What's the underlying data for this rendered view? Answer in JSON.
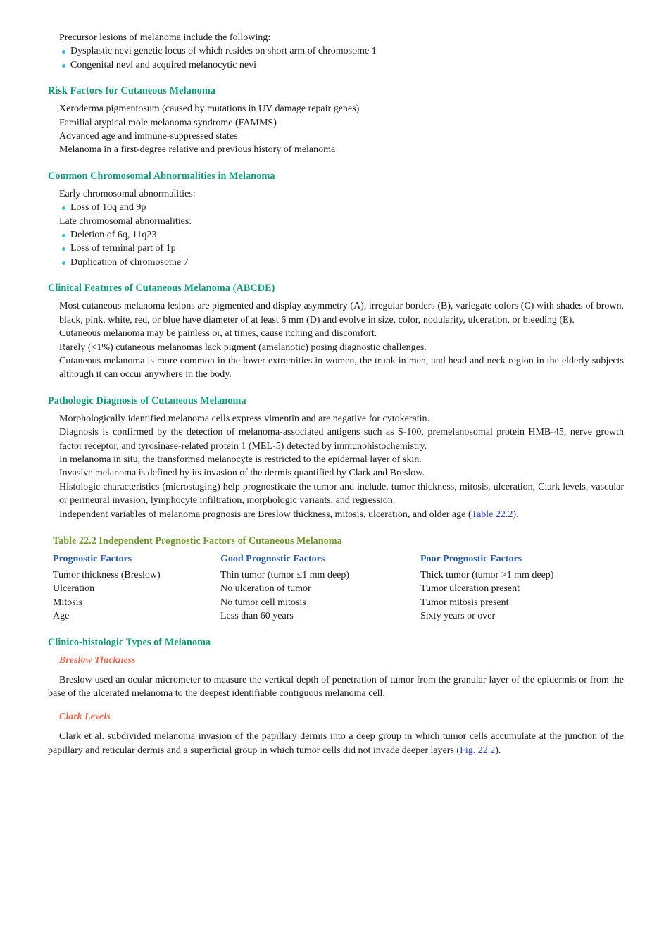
{
  "precursor": {
    "intro": "Precursor lesions of melanoma include the following:",
    "bullets": [
      "Dysplastic nevi genetic locus of which resides on short arm of chromosome 1",
      "Congenital nevi and acquired melanocytic nevi"
    ]
  },
  "risk": {
    "heading": "Risk Factors for Cutaneous Melanoma",
    "lines": [
      "Xeroderma pigmentosum (caused by mutations in UV damage repair genes)",
      "Familial atypical mole melanoma syndrome (FAMMS)",
      "Advanced age and immune-suppressed states",
      "Melanoma in a first-degree relative and previous history of melanoma"
    ]
  },
  "chromosomal": {
    "heading": "Common Chromosomal Abnormalities in Melanoma",
    "early_label": "Early chromosomal abnormalities:",
    "early": [
      "Loss of 10q and 9p"
    ],
    "late_label": "Late chromosomal abnormalities:",
    "late": [
      "Deletion of 6q, 11q23",
      "Loss of terminal part of 1p",
      "Duplication of chromosome 7"
    ]
  },
  "clinical": {
    "heading": "Clinical Features of Cutaneous Melanoma (ABCDE)",
    "paras": [
      "Most cutaneous melanoma lesions are pigmented and display asymmetry (A), irregular borders (B), variegate colors (C) with shades of brown, black, pink, white, red, or blue have diameter of at least 6 mm (D) and evolve in size, color, nodularity, ulceration, or bleeding (E).",
      "Cutaneous melanoma may be painless or, at times, cause itching and discomfort.",
      "Rarely (<1%) cutaneous melanomas lack pigment (amelanotic) posing diagnostic challenges.",
      "Cutaneous melanoma is more common in the lower extremities in women, the trunk in men, and head and neck region in the elderly subjects although it can occur anywhere in the body."
    ]
  },
  "pathologic": {
    "heading": "Pathologic Diagnosis of Cutaneous Melanoma",
    "paras": [
      "Morphologically identified melanoma cells express vimentin and are negative for cytokeratin.",
      "Diagnosis is confirmed by the detection of melanoma-associated antigens such as S-100, premelanosomal protein HMB-45, nerve growth factor receptor, and tyrosinase-related protein 1 (MEL-5) detected by immunohistochemistry.",
      "In melanoma in situ, the transformed melanocyte is restricted to the epidermal layer of skin.",
      "Invasive melanoma is defined by its invasion of the dermis quantified by Clark and Breslow.",
      "Histologic characteristics (microstaging) help prognosticate the tumor and include, tumor thickness, mitosis, ulceration, Clark levels, vascular or perineural invasion, lymphocyte infiltration, morphologic variants, and regression."
    ],
    "last_before": "Independent variables of melanoma prognosis are Breslow thickness, mitosis, ulceration, and older age (",
    "last_link": "Table 22.2",
    "last_after": ")."
  },
  "table": {
    "title": "Table 22.2   Independent Prognostic Factors of Cutaneous Melanoma",
    "headers": [
      "Prognostic Factors",
      "Good Prognostic Factors",
      "Poor Prognostic Factors"
    ],
    "rows": [
      [
        "Tumor thickness (Breslow)",
        "Thin tumor (tumor ≤1 mm deep)",
        "Thick tumor (tumor >1 mm deep)"
      ],
      [
        "Ulceration",
        "No ulceration of tumor",
        "Tumor ulceration present"
      ],
      [
        "Mitosis",
        "No tumor cell mitosis",
        "Tumor mitosis present"
      ],
      [
        "Age",
        "Less than 60 years",
        "Sixty years or over"
      ]
    ]
  },
  "types": {
    "heading": "Clinico-histologic Types of Melanoma",
    "breslow": {
      "heading": "Breslow Thickness",
      "text": "Breslow used an ocular micrometer to measure the vertical depth of penetration of tumor from the granular layer of the epidermis or from the base of the ulcerated melanoma to the deepest identifiable contiguous melanoma cell."
    },
    "clark": {
      "heading": "Clark Levels",
      "text_before": "Clark et al. subdivided melanoma invasion of the papillary dermis into a deep group in which tumor cells accumulate at the junction of the papillary and reticular dermis and a superficial group in which tumor cells did not invade deeper layers (",
      "link": "Fig. 22.2",
      "text_after": ")."
    }
  }
}
